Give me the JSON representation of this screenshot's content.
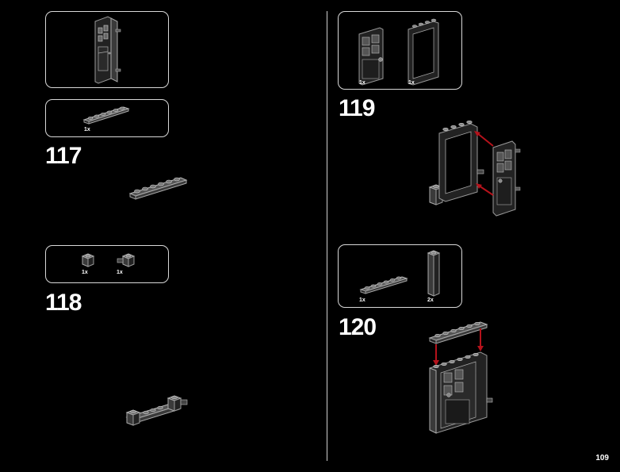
{
  "page": {
    "number": "109"
  },
  "colors": {
    "arrow": "#b5121b",
    "outline": "#d8d8d8"
  },
  "steps": [
    {
      "number": "117",
      "parts": [
        {
          "qty": "1x",
          "icon": "plate-1x6-icon"
        }
      ]
    },
    {
      "number": "118",
      "parts": [
        {
          "qty": "1x",
          "icon": "brick-1x1-icon"
        },
        {
          "qty": "1x",
          "icon": "brick-1x1-clip-icon"
        }
      ]
    },
    {
      "number": "119",
      "parts": [
        {
          "qty": "1x",
          "icon": "door-icon"
        },
        {
          "qty": "1x",
          "icon": "door-frame-icon"
        }
      ]
    },
    {
      "number": "120",
      "parts": [
        {
          "qty": "1x",
          "icon": "plate-1x6-icon"
        },
        {
          "qty": "2x",
          "icon": "brick-1x1x5-icon"
        }
      ]
    }
  ]
}
